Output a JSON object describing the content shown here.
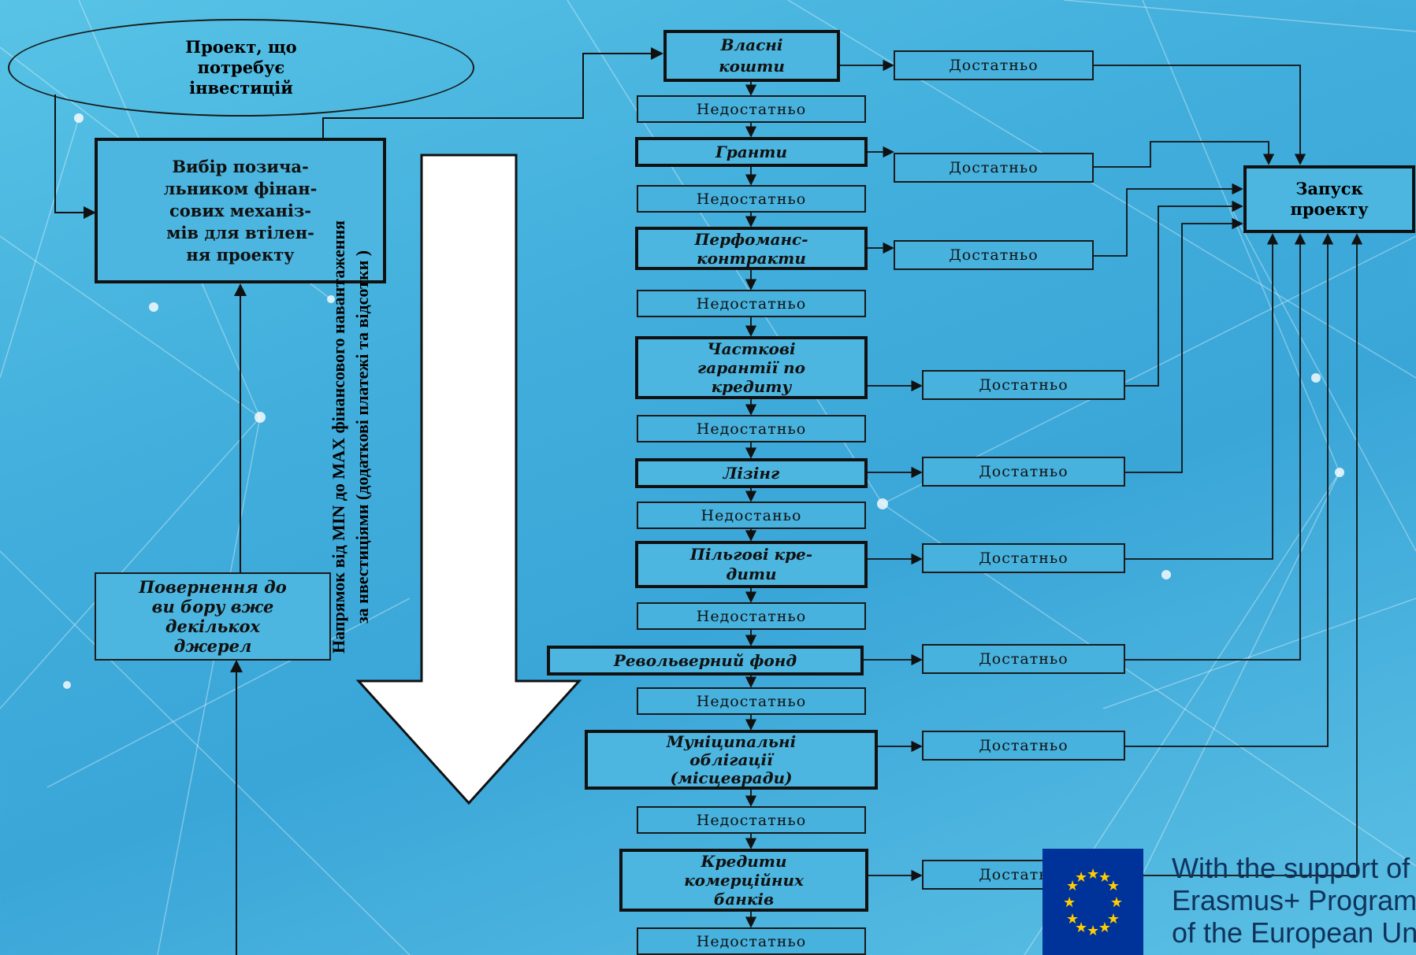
{
  "start": {
    "line1": "Проект, що",
    "line2": "потребує",
    "line3": "інвестицій"
  },
  "choice": {
    "line1": "Вибір позича-",
    "line2": "льником фінан-",
    "line3": "сових механіз-",
    "line4": "мів для втілен-",
    "line5": "ня проекту"
  },
  "return_box": {
    "line1": "Повернення до",
    "line2": "ви бору вже",
    "line3": "декількох",
    "line4": "джерел"
  },
  "arrow_label": {
    "line1": "Напрямок від MIN до MAX фінансового навантаження",
    "line2": "за нвестиціями (додаткові платежі та відсотки )"
  },
  "sources": [
    {
      "line1": "Власні",
      "line2": "кошти"
    },
    {
      "line1": "Гранти"
    },
    {
      "line1": "Перфоманс-",
      "line2": "контракти"
    },
    {
      "line1": "Часткові",
      "line2": "гарантії по",
      "line3": "кредиту"
    },
    {
      "line1": "Лізінг"
    },
    {
      "line1": "Пільгові кре-",
      "line2": "дити"
    },
    {
      "line1": "Револьверний фонд"
    },
    {
      "line1": "Муніципальні",
      "line2": "облігації",
      "line3": "(місцевради)"
    },
    {
      "line1": "Кредити",
      "line2": "комерційних",
      "line3": "банків"
    }
  ],
  "insufficient": [
    "Недостатньо",
    "Недостатньо",
    "Недостатньо",
    "Недостатньо",
    "Недостаньо",
    "Недостатньо",
    "Недостатньо",
    "Недостатньо",
    "Недостатньо"
  ],
  "sufficient": [
    "Достатньо",
    "Достатньо",
    "Достатньо",
    "Достатньо",
    "Достатньо",
    "Достатньо",
    "Достатньо",
    "Достатньо",
    "Достатньо"
  ],
  "launch": {
    "line1": "Запуск",
    "line2": "проекту"
  },
  "eu": {
    "line1": "With the support of the",
    "line2": "Erasmus+ Programme",
    "line3": "of the European Union",
    "icon": "eu-flag-icon"
  }
}
